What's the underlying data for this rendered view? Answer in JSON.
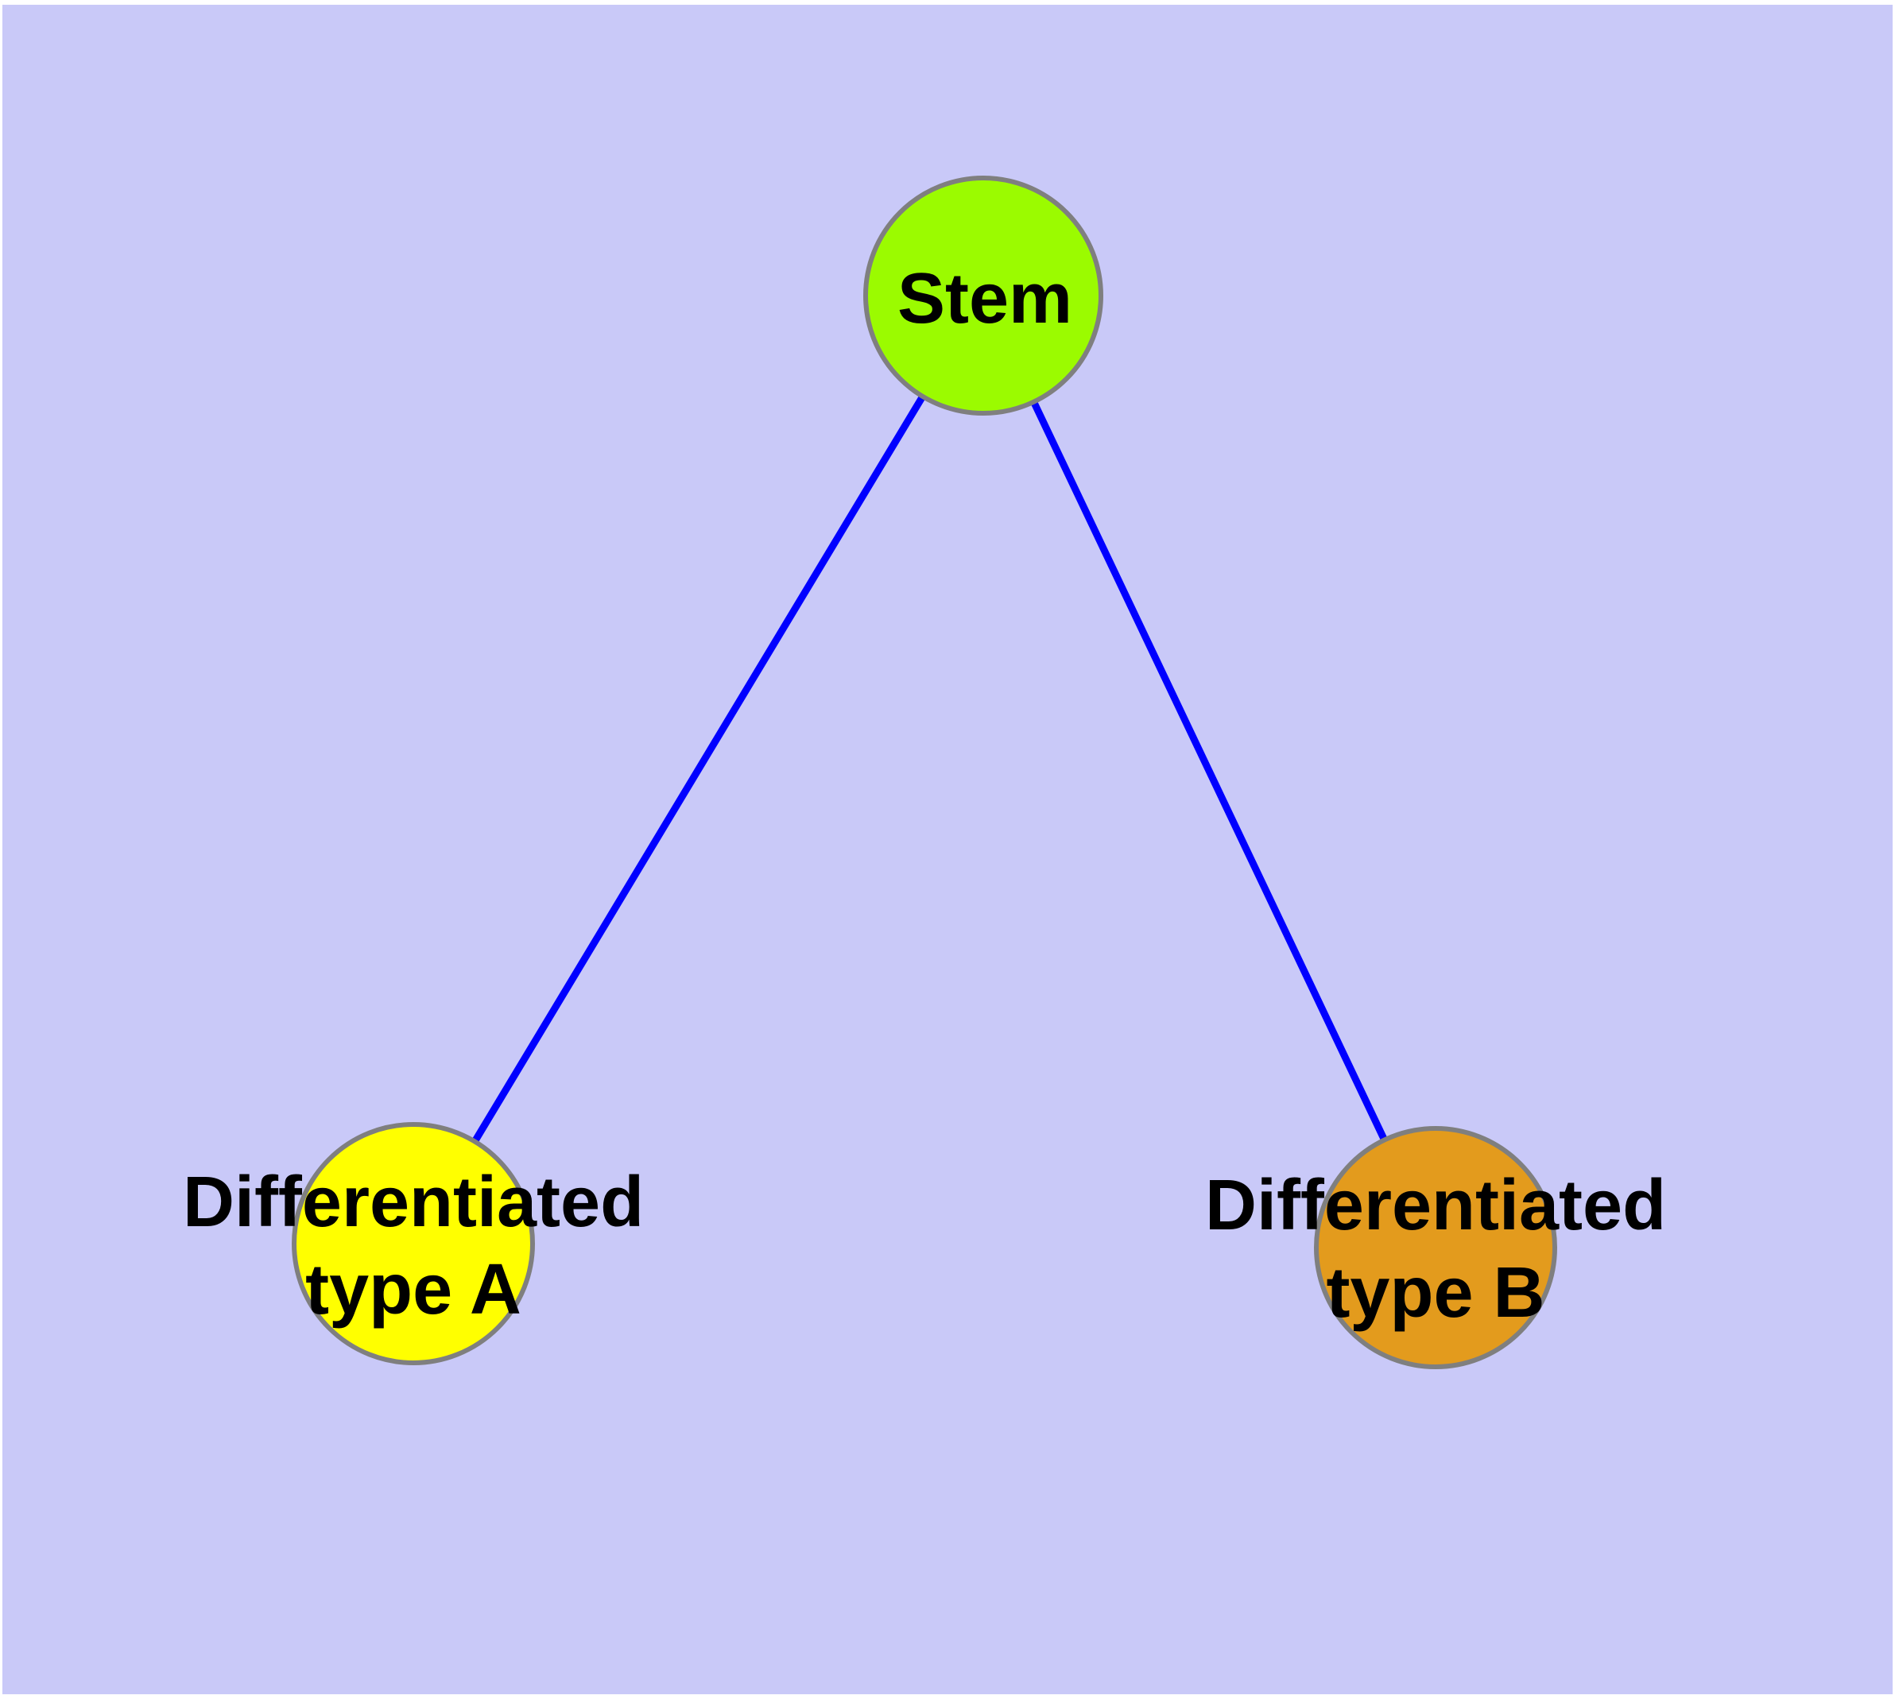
{
  "page": {
    "background": "#ffffff",
    "panel_color": "#c9c9f8",
    "text_color": "#000000"
  },
  "nodes": {
    "stem": {
      "label": "Stem",
      "fill": "#9bfb00",
      "border_color": "#7f7f7f"
    },
    "typeA": {
      "line1": "Differentiated",
      "line2": "type A",
      "fill": "#ffff00",
      "border_color": "#7f7f7f"
    },
    "typeB": {
      "line1": "Differentiated",
      "line2": "type B",
      "fill": "#e39b1d",
      "border_color": "#7f7f7f"
    }
  },
  "edges": {
    "stem_typeA": {
      "from": "Stem",
      "to": "Differentiated type A",
      "color": "#0000ff"
    },
    "stem_typeB": {
      "from": "Stem",
      "to": "Differentiated type B",
      "color": "#0000ff"
    }
  }
}
